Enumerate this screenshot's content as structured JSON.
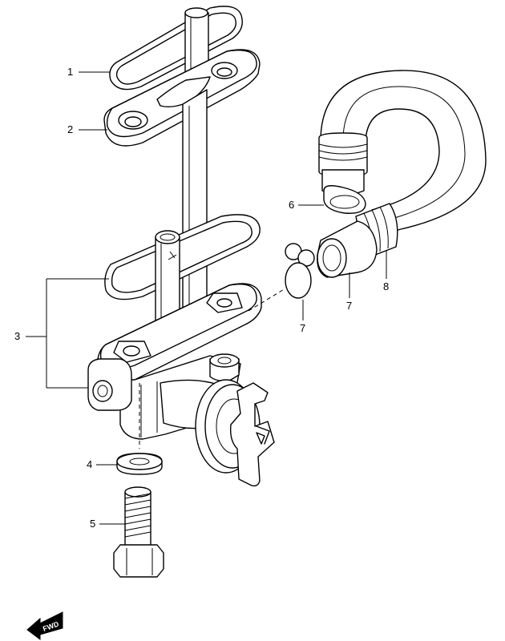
{
  "callouts": [
    {
      "id": "1",
      "label": "1"
    },
    {
      "id": "2",
      "label": "2"
    },
    {
      "id": "3",
      "label": "3"
    },
    {
      "id": "4",
      "label": "4"
    },
    {
      "id": "5",
      "label": "5"
    },
    {
      "id": "6",
      "label": "6"
    },
    {
      "id": "7a",
      "label": "7"
    },
    {
      "id": "7b",
      "label": "7"
    },
    {
      "id": "8",
      "label": "8"
    }
  ],
  "direction_badge": {
    "label": "FWD"
  },
  "colors": {
    "line": "#000000",
    "background": "#ffffff"
  }
}
